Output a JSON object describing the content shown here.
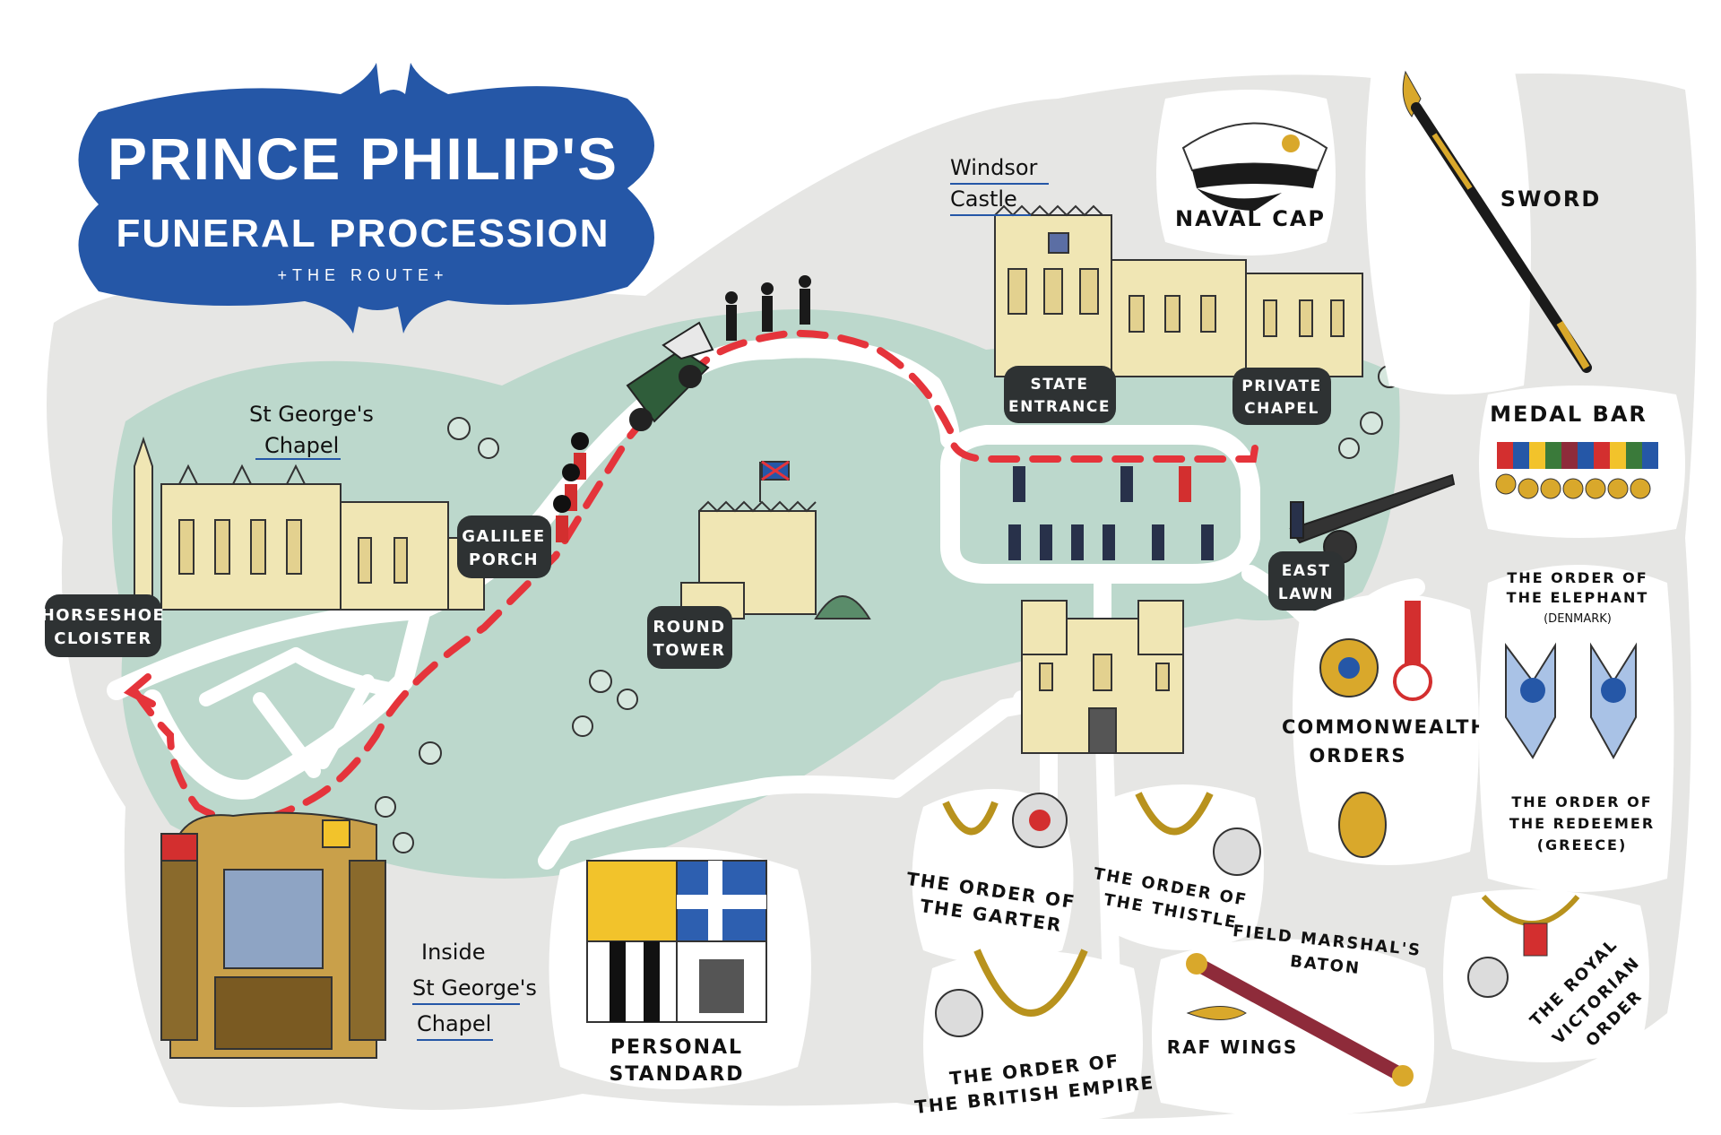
{
  "title": {
    "line1": "PRINCE PHILIP'S",
    "line2": "FUNERAL PROCESSION",
    "subtitle": "+THE ROUTE+"
  },
  "colors": {
    "title_blue": "#2557a7",
    "grass": "#bcd8cc",
    "ground": "#e6e6e4",
    "route_red": "#e5343b",
    "tag_dark": "#2e3233",
    "stone": "#f0e6b4",
    "land_rover": "#2f5d3a"
  },
  "landmarks": {
    "st_georges_line1": "St George's",
    "st_georges_line2": "Chapel",
    "windsor_line1": "Windsor",
    "windsor_line2": "Castle",
    "inside_line1": "Inside",
    "inside_line2": "St George's",
    "inside_line3": "Chapel"
  },
  "tags": {
    "galilee_1": "GALILEE",
    "galilee_2": "PORCH",
    "horseshoe_1": "HORSESHOE",
    "horseshoe_2": "CLOISTER",
    "round_1": "ROUND",
    "round_2": "TOWER",
    "state_1": "STATE",
    "state_2": "ENTRANCE",
    "private_1": "PRIVATE",
    "private_2": "CHAPEL",
    "east_1": "EAST",
    "east_2": "LAWN"
  },
  "items": {
    "naval_cap": "NAVAL CAP",
    "sword": "SWORD",
    "medal_bar": "MEDAL BAR",
    "elephant_1": "THE ORDER OF",
    "elephant_2": "THE ELEPHANT",
    "elephant_3": "(DENMARK)",
    "redeemer_1": "THE ORDER OF",
    "redeemer_2": "THE REDEEMER",
    "redeemer_3": "(GREECE)",
    "commonwealth_1": "COMMONWEALTH",
    "commonwealth_2": "ORDERS",
    "garter_1": "THE ORDER OF",
    "garter_2": "THE GARTER",
    "thistle_1": "THE ORDER OF",
    "thistle_2": "THE THISTLE",
    "baton_1": "FIELD MARSHAL'S",
    "baton_2": "BATON",
    "raf_wings": "RAF WINGS",
    "british_empire_1": "THE ORDER OF",
    "british_empire_2": "THE BRITISH EMPIRE",
    "victorian_1": "THE ROYAL",
    "victorian_2": "VICTORIAN",
    "victorian_3": "ORDER",
    "standard_1": "PERSONAL",
    "standard_2": "STANDARD"
  }
}
